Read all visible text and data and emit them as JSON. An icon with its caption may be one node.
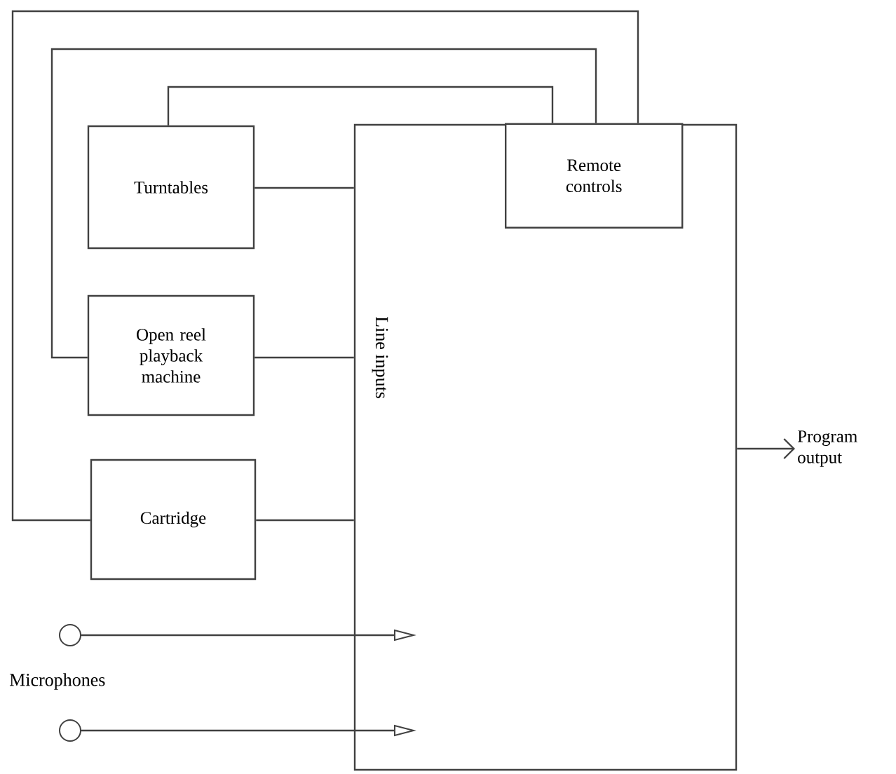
{
  "diagram": {
    "nodes": [
      {
        "text": [],
        "shape": "box"
      },
      {
        "text": [
          "Remote controls"
        ],
        "in": 0
      },
      {
        "text": [
          "Turntables"
        ]
      },
      {
        "text": [
          "Open reel playback machine"
        ]
      },
      {
        "text": [
          "Cartridge"
        ]
      },
      {
        "text": [],
        "shape": "circle"
      },
      {
        "text": [],
        "shape": "circle"
      },
      {
        "text": [
          "Program output"
        ]
      }
    ],
    "edges": [
      {
        "from": 2,
        "to": 0,
        "arrow": "none"
      },
      {
        "from": 3,
        "to": 0,
        "arrow": "none"
      },
      {
        "from": 4,
        "to": 0,
        "arrow": "none"
      },
      {
        "from": 2,
        "to": 1,
        "arrow": "none"
      },
      {
        "from": 3,
        "to": 1,
        "arrow": "none"
      },
      {
        "from": 4,
        "to": 1,
        "arrow": "none"
      },
      {
        "from": 5,
        "to": 0,
        "arrow": "to"
      },
      {
        "from": 6,
        "to": 0,
        "arrow": "to"
      },
      {
        "from": 0,
        "to": 7,
        "arrow": "to"
      }
    ],
    "labels": [
      "Line inputs",
      "Microphones"
    ]
  }
}
